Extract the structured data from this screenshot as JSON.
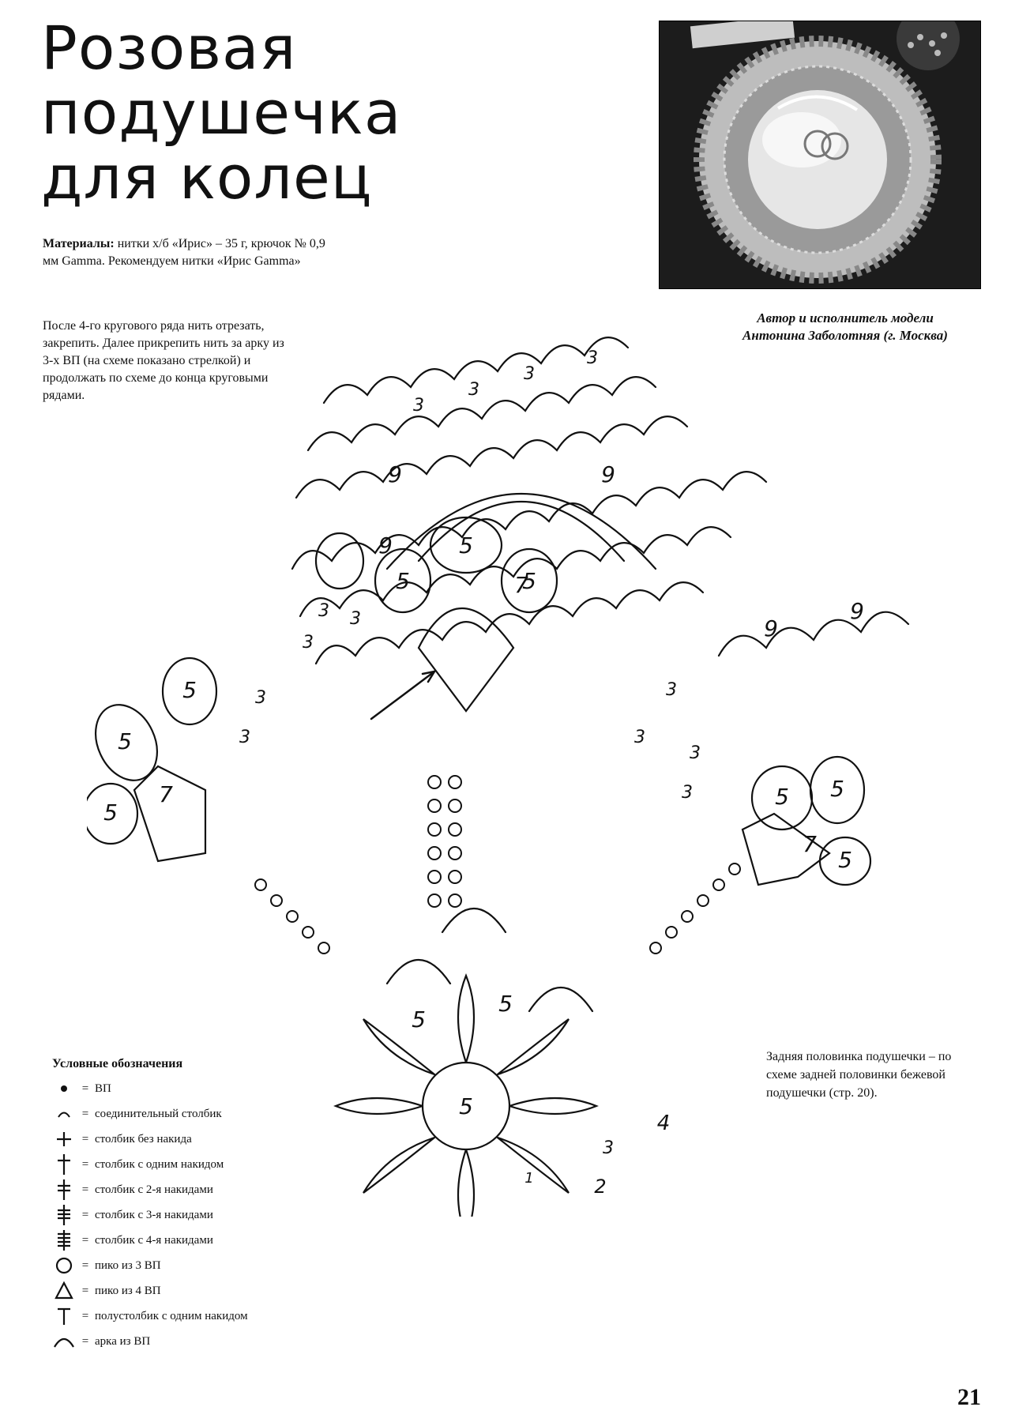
{
  "title": {
    "line1": "Розовая",
    "line2": "подушечка",
    "line3": "для колец"
  },
  "materials": {
    "label": "Материалы:",
    "text": "нитки х/б «Ирис» – 35 г, крючок № 0,9 мм Gamma. Рекомендуем нитки «Ирис Gamma»"
  },
  "instructions": "После 4-го кругового ряда нить отрезать, закрепить. Далее прикрепить нить за арку из 3-х ВП (на схеме показано стрелкой) и продолжать по схеме до конца круговыми рядами.",
  "photo_caption": {
    "line1": "Автор и исполнитель модели",
    "line2": "Антонина Заболотняя (г. Москва)"
  },
  "back_note": "Задняя половинка подушечки – по схеме задней половинки бежевой подушечки (стр. 20).",
  "legend": {
    "title": "Условные обозначения",
    "items": [
      {
        "symbol": "dot-icon",
        "eq": "=",
        "label": "ВП"
      },
      {
        "symbol": "small-arc-icon",
        "eq": "=",
        "label": "соединительный столбик"
      },
      {
        "symbol": "plus-icon",
        "eq": "=",
        "label": "столбик без накида"
      },
      {
        "symbol": "dagger-1-icon",
        "eq": "=",
        "label": "столбик с одним накидом"
      },
      {
        "symbol": "dagger-2-icon",
        "eq": "=",
        "label": "столбик с 2-я накидами"
      },
      {
        "symbol": "dagger-3-icon",
        "eq": "=",
        "label": "столбик с 3-я накидами"
      },
      {
        "symbol": "dagger-4-icon",
        "eq": "=",
        "label": "столбик с 4-я накидами"
      },
      {
        "symbol": "circle-icon",
        "eq": "=",
        "label": "пико из 3 ВП"
      },
      {
        "symbol": "triangle-icon",
        "eq": "=",
        "label": "пико из 4 ВП"
      },
      {
        "symbol": "t-icon",
        "eq": "=",
        "label": "полустолбик с одним накидом"
      },
      {
        "symbol": "arch-icon",
        "eq": "=",
        "label": "арка из ВП"
      }
    ]
  },
  "diagram_labels": {
    "n9": "9",
    "n7": "7",
    "n5": "5",
    "n3": "3",
    "n2": "2",
    "n4": "4",
    "n1": "1"
  },
  "page_number": "21"
}
